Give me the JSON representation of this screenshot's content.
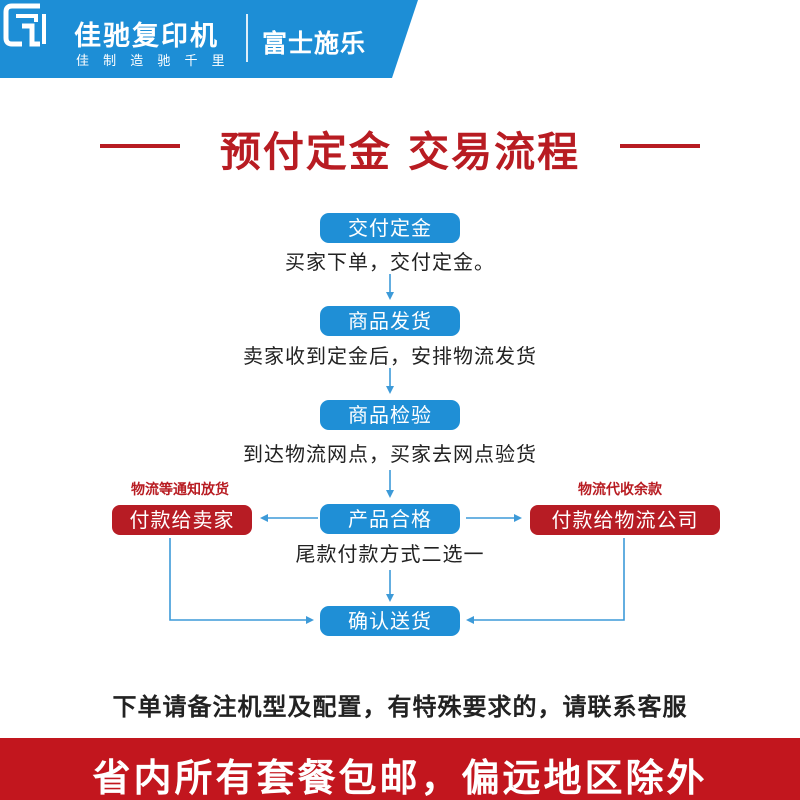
{
  "header": {
    "brand_name": "佳驰复印机",
    "slogan": "佳 制 造 驰 千 里",
    "partner": "富士施乐",
    "logo_icon": "gs-logo-icon",
    "colors": {
      "banner": "#1d8ed6",
      "banner_dark": "#1577bd"
    }
  },
  "title": "预付定金  交易流程",
  "flow": {
    "step1": {
      "label": "交付定金",
      "desc": "买家下单，交付定金。"
    },
    "step2": {
      "label": "商品发货",
      "desc": "卖家收到定金后，安排物流发货"
    },
    "step3": {
      "label": "商品检验",
      "desc": "到达物流网点，买家去网点验货"
    },
    "step4": {
      "label": "产品合格",
      "desc": "尾款付款方式二选一"
    },
    "left": {
      "label": "付款给卖家",
      "note": "物流等通知放货"
    },
    "right": {
      "label": "付款给物流公司",
      "note": "物流代收余款"
    },
    "final": {
      "label": "确认送货"
    }
  },
  "footer": {
    "note": "下单请备注机型及配置，有特殊要求的，请联系客服",
    "bar": "省内所有套餐包邮，偏远地区除外"
  },
  "colors": {
    "blue": "#1f8fd6",
    "red": "#b71c24",
    "arrow": "#3d9ad8"
  }
}
